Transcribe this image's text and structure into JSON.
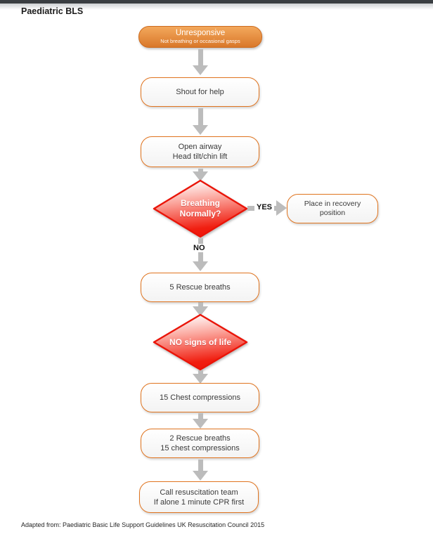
{
  "page": {
    "title": "Paediatric BLS",
    "footer": "Adapted from: Paediatric Basic Life Support Guidelines UK Resuscitation Council 2015"
  },
  "flowchart": {
    "nodes": {
      "start": {
        "title": "Unresponsive",
        "subtitle": "Not breathing or occasional gasps"
      },
      "shout": {
        "label": "Shout for help"
      },
      "airway": {
        "line1": "Open airway",
        "line2": "Head tilt/chin lift"
      },
      "breathing_decision": {
        "line1": "Breathing",
        "line2": "Normally?"
      },
      "recovery": {
        "line1": "Place in recovery",
        "line2": "position"
      },
      "rescue_breaths": {
        "label": "5 Rescue breaths"
      },
      "signs_decision": {
        "label": "NO signs of life"
      },
      "compressions": {
        "label": "15 Chest compressions"
      },
      "cycle": {
        "line1": "2 Rescue breaths",
        "line2": "15 chest compressions"
      },
      "call_team": {
        "line1": "Call resuscitation team",
        "line2": "If alone 1 minute CPR first"
      }
    },
    "branch_labels": {
      "yes": "YES",
      "no": "NO"
    }
  },
  "colors": {
    "accent_orange": "#e0741f",
    "start_gradient_top": "#f3a85c",
    "start_gradient_bottom": "#d9782a",
    "decision_red": "#ee1509",
    "arrow_gray": "#bcbcbc",
    "page_edge": "#3a3e42"
  }
}
